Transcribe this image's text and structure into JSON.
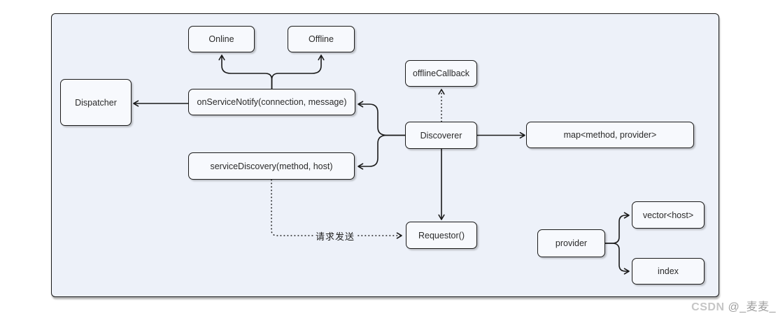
{
  "diagram": {
    "nodes": {
      "online": "Online",
      "offline": "Offline",
      "dispatcher": "Dispatcher",
      "on_service_notify": "onServiceNotify(connection, message)",
      "offline_callback": "offlineCallback",
      "discoverer": "Discoverer",
      "map_method_provider": "map<method, provider>",
      "service_discovery": "serviceDiscovery(method, host)",
      "requestor": "Requestor()",
      "provider": "provider",
      "vector_host": "vector<host>",
      "index": "index"
    },
    "edge_label": "请求发送",
    "edges": [
      {
        "from": "onServiceNotify(connection, message)",
        "to": "Online",
        "style": "solid-arrow"
      },
      {
        "from": "onServiceNotify(connection, message)",
        "to": "Offline",
        "style": "solid-arrow"
      },
      {
        "from": "onServiceNotify(connection, message)",
        "to": "Dispatcher",
        "style": "solid-arrow"
      },
      {
        "from": "Discoverer",
        "to": "onServiceNotify(connection, message)",
        "style": "solid-arrow"
      },
      {
        "from": "Discoverer",
        "to": "serviceDiscovery(method, host)",
        "style": "solid-arrow"
      },
      {
        "from": "Discoverer",
        "to": "offlineCallback",
        "style": "dotted-arrow"
      },
      {
        "from": "Discoverer",
        "to": "map<method, provider>",
        "style": "solid-arrow"
      },
      {
        "from": "Discoverer",
        "to": "Requestor()",
        "style": "solid-arrow"
      },
      {
        "from": "serviceDiscovery(method, host)",
        "to": "Requestor()",
        "style": "dotted-arrow",
        "label": "请求发送"
      },
      {
        "from": "provider",
        "to": "vector<host>",
        "style": "solid-arrow"
      },
      {
        "from": "provider",
        "to": "index",
        "style": "solid-arrow"
      }
    ]
  },
  "watermark": {
    "brand": "CSDN ",
    "handle": "@_麦麦_"
  },
  "colors": {
    "canvas_bg": "#edf1f9",
    "node_bg": "#f7f9fd",
    "stroke": "#1a1a1a",
    "watermark_gray": "#9e9e9e"
  }
}
